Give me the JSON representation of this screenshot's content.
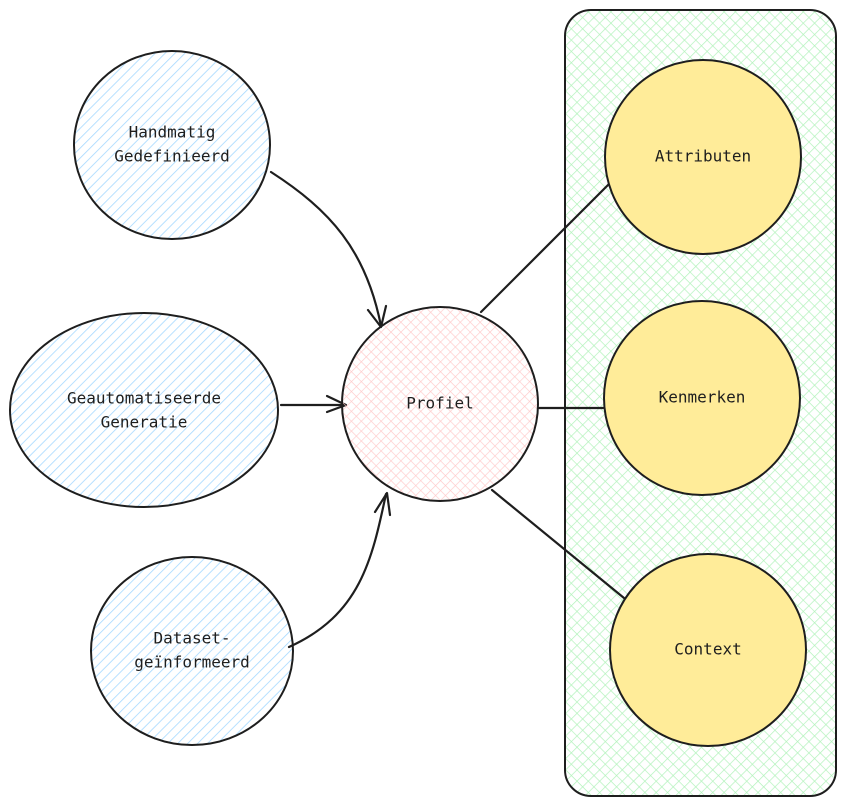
{
  "nodes": {
    "handmatig": {
      "label_line1": "Handmatig",
      "label_line2": "Gedefinieerd"
    },
    "geautomatiseerd": {
      "label_line1": "Geautomatiseerde",
      "label_line2": "Generatie"
    },
    "dataset": {
      "label_line1": "Dataset-",
      "label_line2": "geïnformeerd"
    },
    "profiel": {
      "label": "Profiel"
    },
    "attributen": {
      "label": "Attributen"
    },
    "kenmerken": {
      "label": "Kenmerken"
    },
    "context": {
      "label": "Context"
    }
  },
  "colors": {
    "input_fill": "#a5d8ff",
    "profile_fill": "#ffc9c9",
    "group_fill": "#b2f2bb",
    "output_fill": "#ffec99",
    "stroke": "#1e1e1e"
  }
}
